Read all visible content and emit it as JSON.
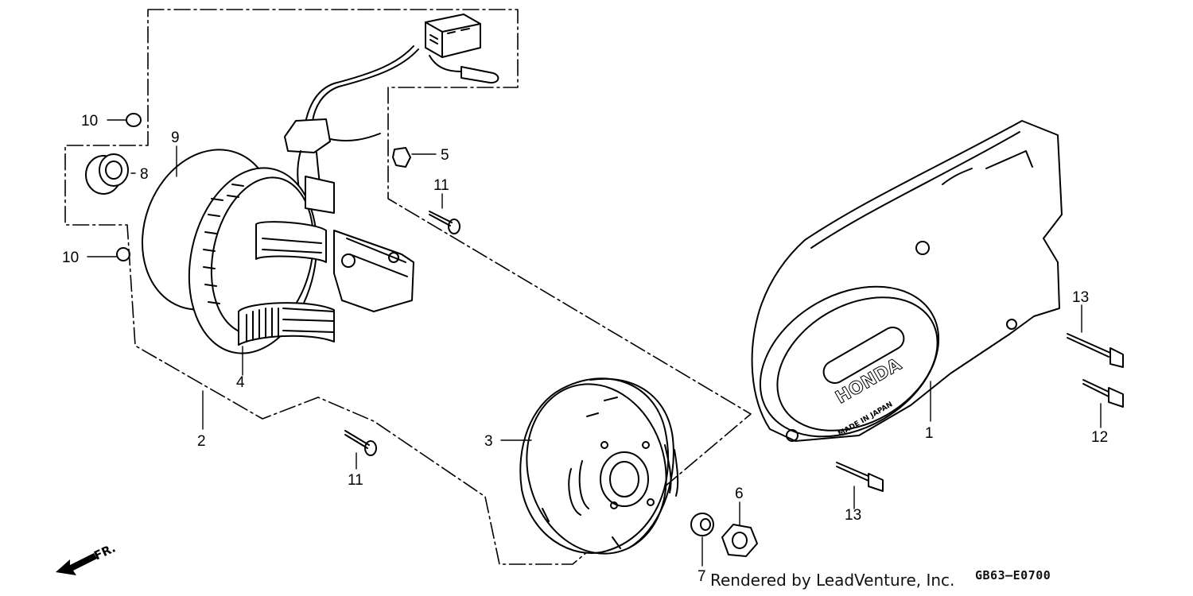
{
  "diagram": {
    "callouts": [
      {
        "id": "c1",
        "label": "1"
      },
      {
        "id": "c2",
        "label": "2"
      },
      {
        "id": "c3",
        "label": "3"
      },
      {
        "id": "c4",
        "label": "4"
      },
      {
        "id": "c5",
        "label": "5"
      },
      {
        "id": "c6",
        "label": "6"
      },
      {
        "id": "c7",
        "label": "7"
      },
      {
        "id": "c8",
        "label": "8"
      },
      {
        "id": "c9",
        "label": "9"
      },
      {
        "id": "c10a",
        "label": "10"
      },
      {
        "id": "c10b",
        "label": "10"
      },
      {
        "id": "c11a",
        "label": "11"
      },
      {
        "id": "c11b",
        "label": "11"
      },
      {
        "id": "c12",
        "label": "12"
      },
      {
        "id": "c13a",
        "label": "13"
      },
      {
        "id": "c13b",
        "label": "13"
      }
    ],
    "cover_emboss": "HONDA",
    "cover_origin": "MADE IN JAPAN",
    "direction_label": "FR.",
    "credit": "Rendered by LeadVenture, Inc.",
    "figure_code": "GB63–E0700",
    "icons": {
      "direction": "front-direction-arrow-icon"
    }
  }
}
